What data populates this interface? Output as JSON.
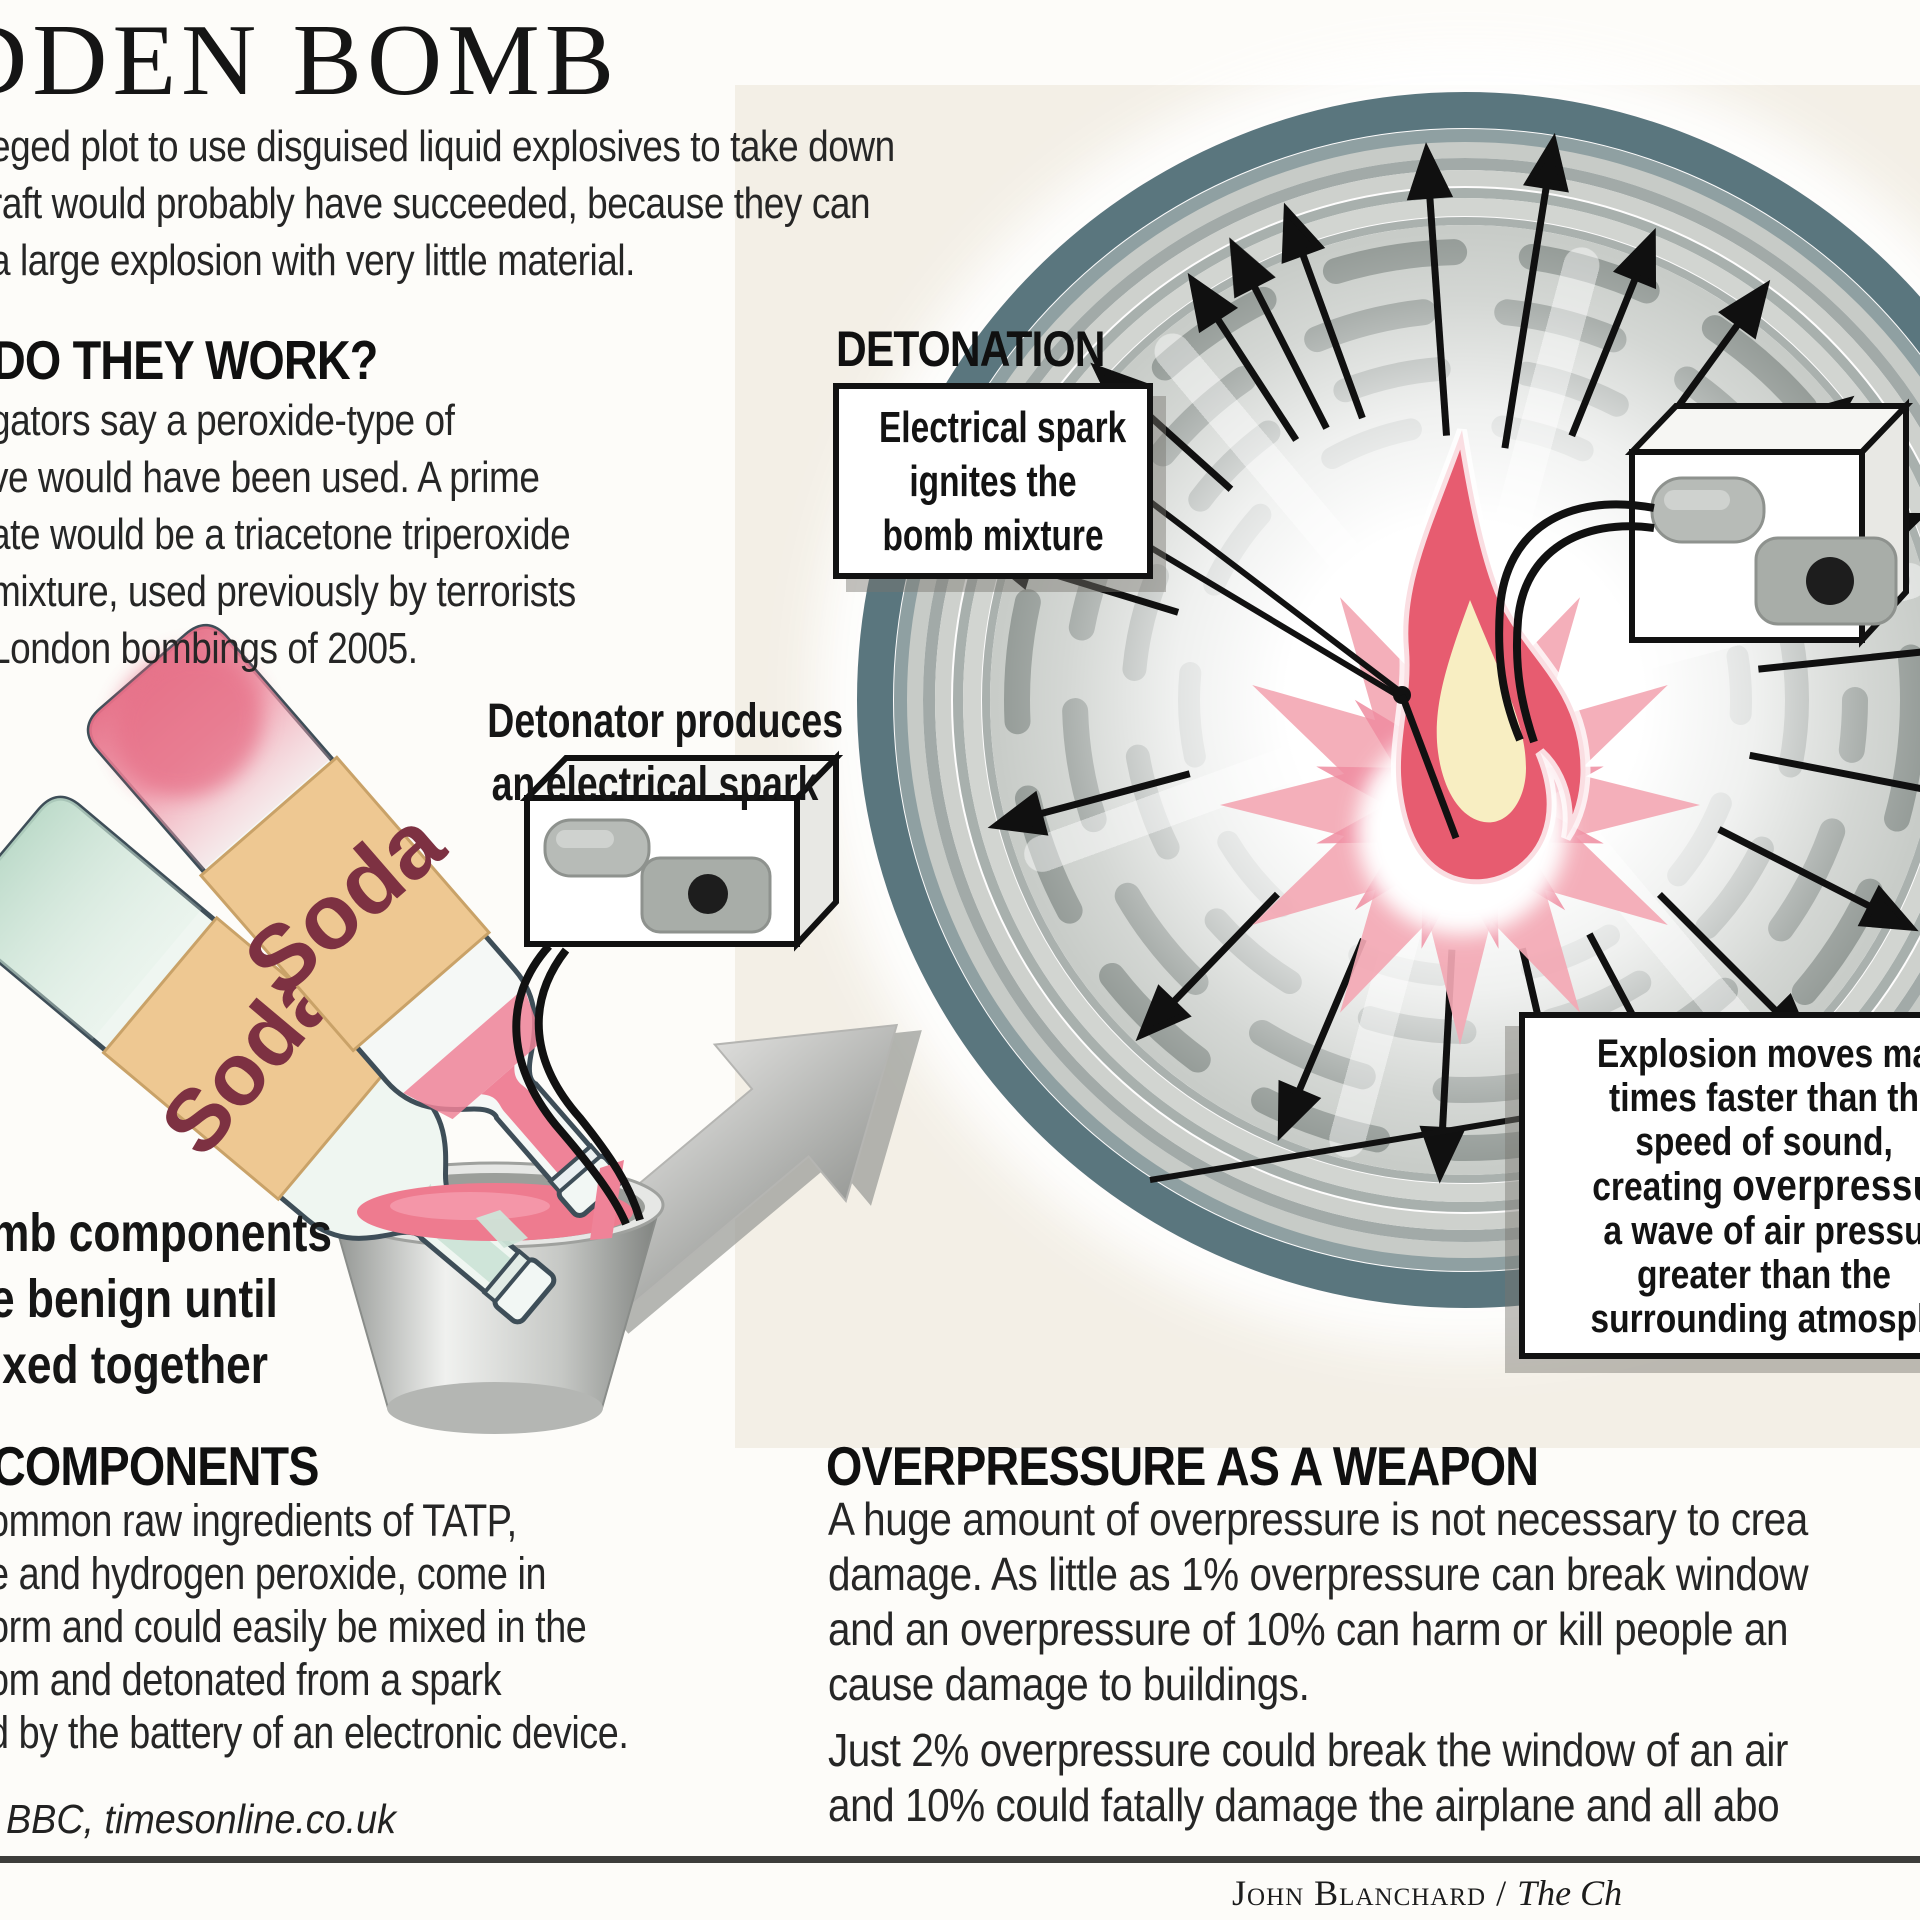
{
  "header": {
    "title": "DDEN BOMB"
  },
  "intro": {
    "lines": [
      "eged plot to use disguised liquid explosives to take down",
      "raft would probably have succeeded, because they can",
      "a large explosion with very little material."
    ]
  },
  "how": {
    "heading": "DO THEY WORK?",
    "lines": [
      "gators say a peroxide-type of",
      "ve would have been used. A prime",
      "ate would be a triacetone triperoxide",
      "mixture, used previously by terrorists",
      "London bombings of 2005."
    ]
  },
  "mixing": {
    "bottle_labels": [
      "Soda",
      "Soda"
    ],
    "detonator_label": {
      "lines": [
        "Detonator produces",
        "an electrical spark"
      ]
    },
    "components_label": {
      "lines": [
        "mb components",
        "e benign until",
        "ixed together"
      ]
    }
  },
  "detonation": {
    "heading": "DETONATION",
    "spark_callout": {
      "lines": [
        "Electrical spark",
        "ignites the",
        "bomb mixture"
      ]
    }
  },
  "explosion_callout": {
    "l1": "Explosion moves ma",
    "l2": "times faster than th",
    "l3": "speed of sound,",
    "l4_pre": "creating ",
    "l4_bold": "overpressu",
    "l5": "a wave of air pressu",
    "l6": "greater than the",
    "l7": "surrounding atmosph"
  },
  "components": {
    "heading": "COMPONENTS",
    "lines": [
      "ommon raw ingredients of TATP,",
      "e and hydrogen peroxide, come in",
      "orm and could easily be mixed in the",
      "om and detonated from a spark",
      "d by the battery of an electronic device."
    ]
  },
  "overpressure": {
    "heading": "OVERPRESSURE AS A WEAPON",
    "para1": [
      "A huge amount of overpressure is not necessary to crea",
      "damage. As little as 1% overpressure can break window",
      "and an overpressure of 10% can harm or kill people an",
      "cause damage to buildings."
    ],
    "para2": [
      "Just 2% overpressure could break the window of an air",
      "and 10% could fatally damage the airplane and all abo"
    ]
  },
  "footer": {
    "source": "BBC, timesonline.co.uk",
    "credit_name": "John Blanchard",
    "credit_separator": " / ",
    "credit_publication": "The Ch"
  },
  "colors": {
    "cream_panel": "#f3efe6",
    "ring_teal": "#5a767e",
    "flame_red": "#e75c70",
    "flame_inner": "#f8eec2",
    "star_pink": "#f3a8b4",
    "liquid_pink": "#ee7b8f",
    "bottle_green": "#cfe5d9",
    "label_tan": "#eec892",
    "soda_text": "#7d3142"
  }
}
